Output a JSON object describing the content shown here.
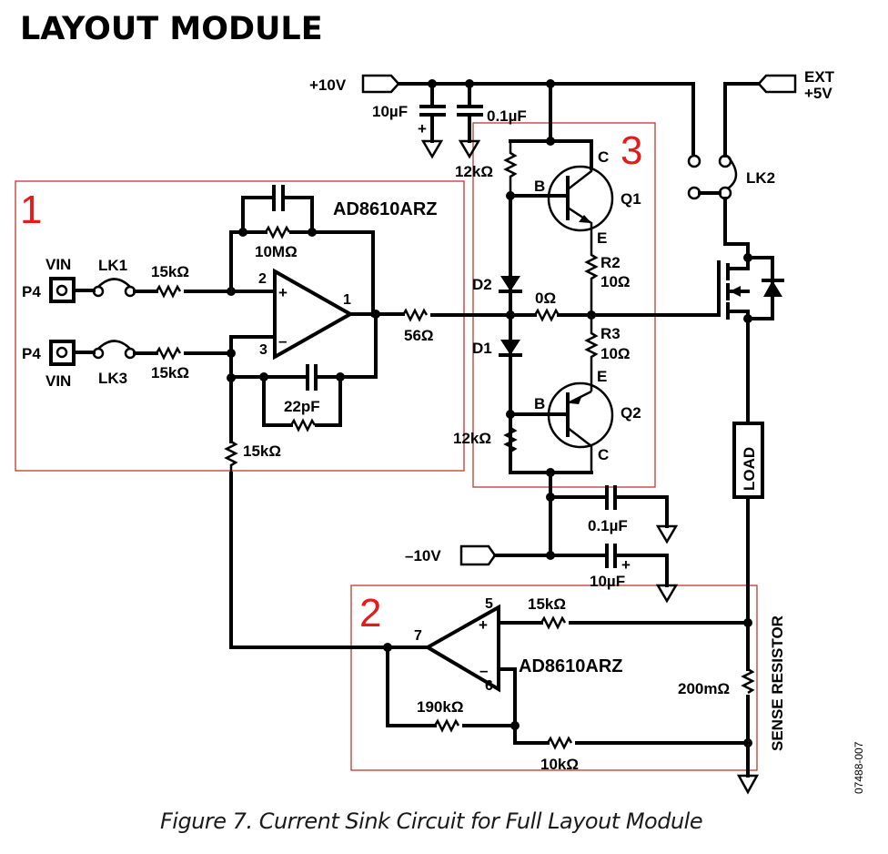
{
  "title": "LAYOUT MODULE",
  "caption": "Figure 7. Current Sink Circuit for Full Layout Module",
  "figure_code": "07488-007",
  "accent_color": "#e41b1b",
  "regions": [
    {
      "id": "1",
      "label": "1"
    },
    {
      "id": "2",
      "label": "2"
    },
    {
      "id": "3",
      "label": "3"
    }
  ],
  "supplies": {
    "pos": "+10V",
    "neg": "–10V",
    "ext_line1": "EXT",
    "ext_line2": "+5V"
  },
  "components": {
    "c_pos_bulk": "10µF",
    "c_pos_dec": "0.1µF",
    "c_neg_dec": "0.1µF",
    "c_neg_bulk": "10µF",
    "plus": "+",
    "r_q1_bias": "12kΩ",
    "r_q2_bias": "12kΩ",
    "q1": "Q1",
    "q2": "Q2",
    "b": "B",
    "c": "C",
    "e": "E",
    "r2_name": "R2",
    "r2_val": "10Ω",
    "r3_name": "R3",
    "r3_val": "10Ω",
    "d1": "D1",
    "d2": "D2",
    "r_zero": "0Ω",
    "lk2": "LK2",
    "load": "LOAD",
    "sense_label": "SENSE RESISTOR",
    "r_sense": "200mΩ",
    "opamp1": "AD8610ARZ",
    "opamp2": "AD8610ARZ",
    "r_fb1": "10MΩ",
    "c_fb2": "22pF",
    "r_in1": "15kΩ",
    "r_in2": "15kΩ",
    "r_to_u2": "15kΩ",
    "r_out": "56Ω",
    "vin_top": "VIN",
    "vin_bot": "VIN",
    "p4_top": "P4",
    "p4_bot": "P4",
    "lk1": "LK1",
    "lk3": "LK3",
    "pin2": "2",
    "pin3": "3",
    "pin1": "1",
    "pin5": "5",
    "pin6": "6",
    "pin7": "7",
    "op_plus": "+",
    "op_minus": "–",
    "r_u2_in": "15kΩ",
    "r_u2_fb": "190kΩ",
    "r_u2_gnd": "10kΩ"
  }
}
